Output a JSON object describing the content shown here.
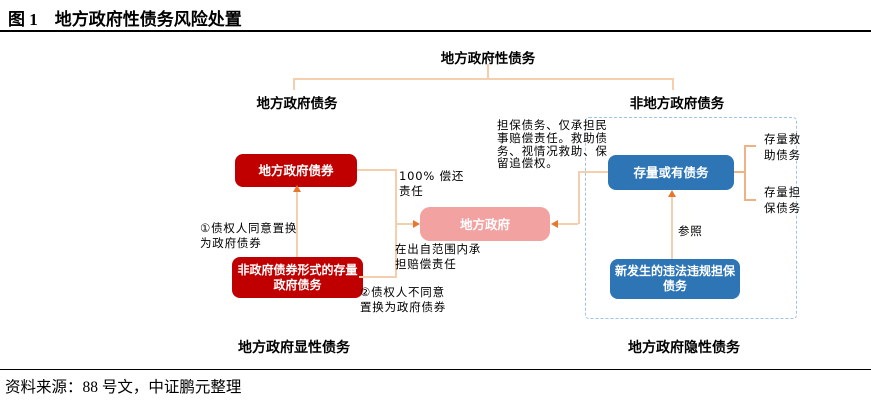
{
  "figure": {
    "title": "图 1　地方政府性债务风险处置",
    "source": "资料来源：88 号文，中证鹏元整理"
  },
  "tree": {
    "root": "地方政府性债务",
    "left_branch": "地方政府债务",
    "right_branch": "非地方政府债务",
    "left_footer": "地方政府显性债务",
    "right_footer": "地方政府隐性债务"
  },
  "nodes": {
    "bond": {
      "label": "地方政府债券",
      "color": "#C00000"
    },
    "non_bond": {
      "label": "非政府债券形式的存量政府债务",
      "color": "#C00000"
    },
    "local_gov": {
      "label": "地方政府",
      "color": "#F2A2A1"
    },
    "contingent": {
      "label": "存量或有债务",
      "color": "#2E75B6"
    },
    "new_guarantee": {
      "label": "新发生的违法违规担保债务",
      "color": "#2E75B6"
    }
  },
  "annotations": {
    "swap_agree": "①债权人同意置换为政府债券",
    "swap_refuse": "②债权人不同意置换为政府债券",
    "full_repayment": "100% 偿还责任",
    "capital_scope": "在出自范围内承担赔偿责任",
    "contingent_note": "担保债务、仅承担民事赔偿责任。救助债务、视情况救助、保留追偿权。",
    "reference": "参照",
    "stock_rescue": "存量救助债务",
    "stock_guarantee": "存量担保债务"
  },
  "colors": {
    "node_dark_red": "#C00000",
    "node_pink": "#F2A2A1",
    "node_blue": "#2E75B6",
    "connector_line": "#F5CFAD",
    "arrow_head": "#E9762E",
    "bracket": "#EFB285",
    "dashed_border": "#9DC3E6",
    "rule": "#000000"
  }
}
